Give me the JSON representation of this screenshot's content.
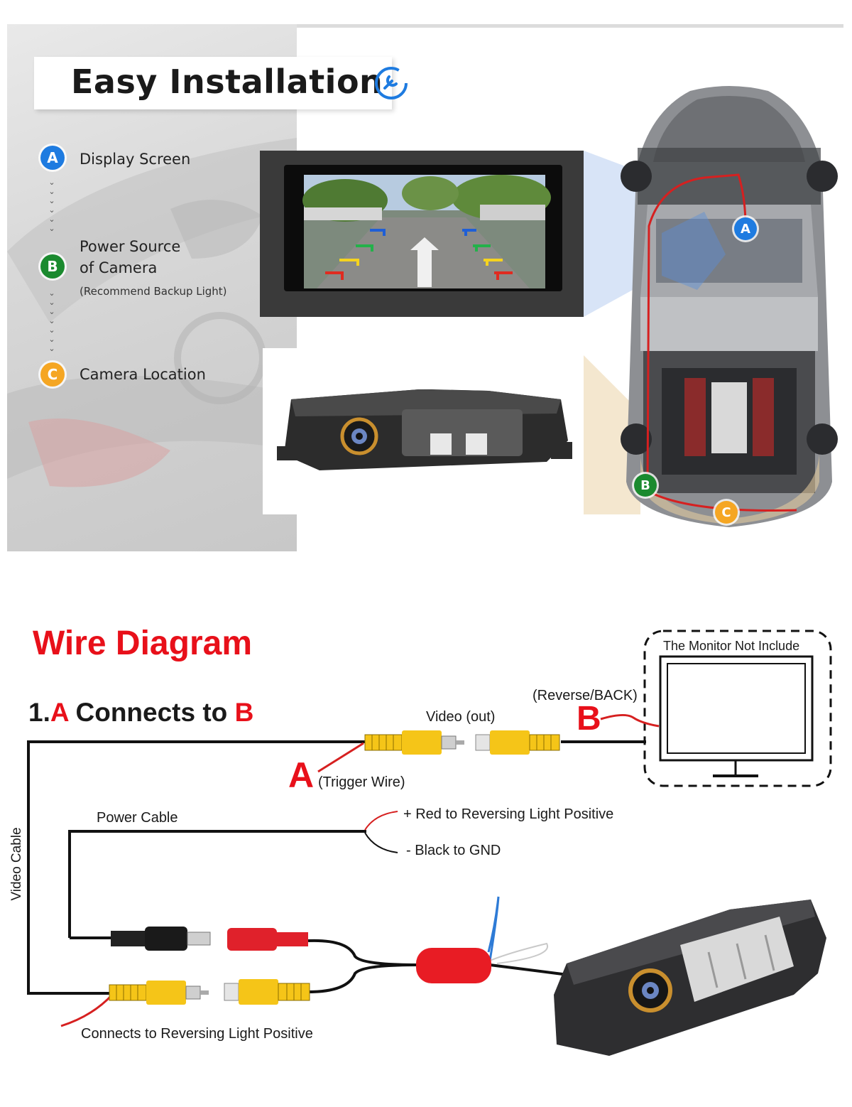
{
  "installation": {
    "title": "Easy Installation",
    "icon": "wrench-icon",
    "legend": [
      {
        "letter": "A",
        "label": "Display Screen",
        "color": "#1e7be0"
      },
      {
        "letter": "B",
        "label_line1": "Power Source",
        "label_line2": "of Camera",
        "note": "(Recommend Backup Light)",
        "color": "#1b8a2f"
      },
      {
        "letter": "C",
        "label": "Camera Location",
        "color": "#f5a623"
      }
    ],
    "car_markers": {
      "a": "A",
      "b": "B",
      "c": "C"
    }
  },
  "wire_diagram": {
    "title": "Wire Diagram",
    "heading_prefix": "1.",
    "heading_a": "A",
    "heading_middle": " Connects to ",
    "heading_b": "B",
    "monitor_label": "The Monitor Not Include",
    "reverse_label": "(Reverse/BACK)",
    "b_marker": "B",
    "video_out_label": "Video (out)",
    "a_marker": "A",
    "trigger_label": "(Trigger Wire)",
    "power_cable_label": "Power Cable",
    "red_label": "+ Red to Reversing Light Positive",
    "black_label": "- Black to GND",
    "video_cable_label": "Video Cable",
    "reversing_label": "Connects to Reversing Light Positive"
  }
}
